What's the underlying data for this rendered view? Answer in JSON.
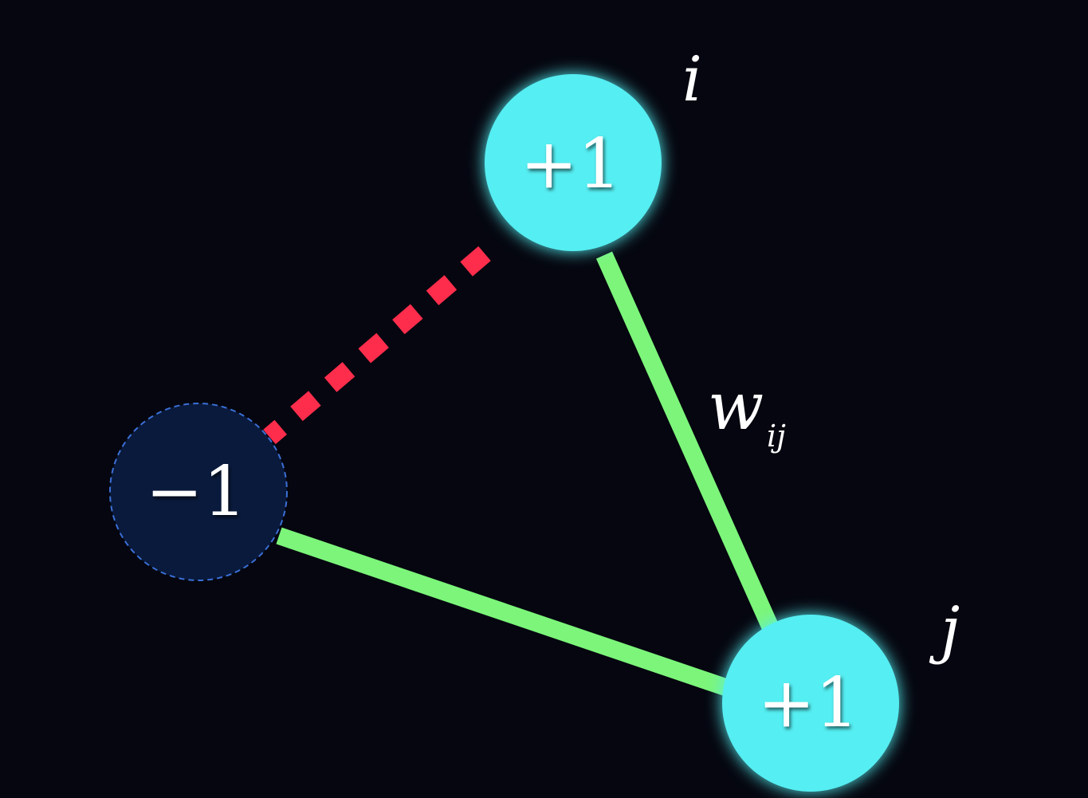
{
  "colors": {
    "background": "#05060f",
    "active_node": "#55eef2",
    "active_node_glow": "#2fe0ea",
    "inactive_node_fill": "#0a1a3c",
    "inactive_node_stroke": "#3b6fd6",
    "positive_edge": "#7cf57a",
    "negative_edge": "#ff2d4c",
    "text": "#ffffff"
  },
  "nodes": {
    "i": {
      "state": "+1",
      "label": "i"
    },
    "k": {
      "state": "−1",
      "label": ""
    },
    "j": {
      "state": "+1",
      "label": "j"
    }
  },
  "edges": {
    "ij": {
      "sign": "positive",
      "style": "solid",
      "label_main": "w",
      "label_sub": "ij"
    },
    "kj": {
      "sign": "positive",
      "style": "solid"
    },
    "ik": {
      "sign": "negative",
      "style": "dashed"
    }
  }
}
